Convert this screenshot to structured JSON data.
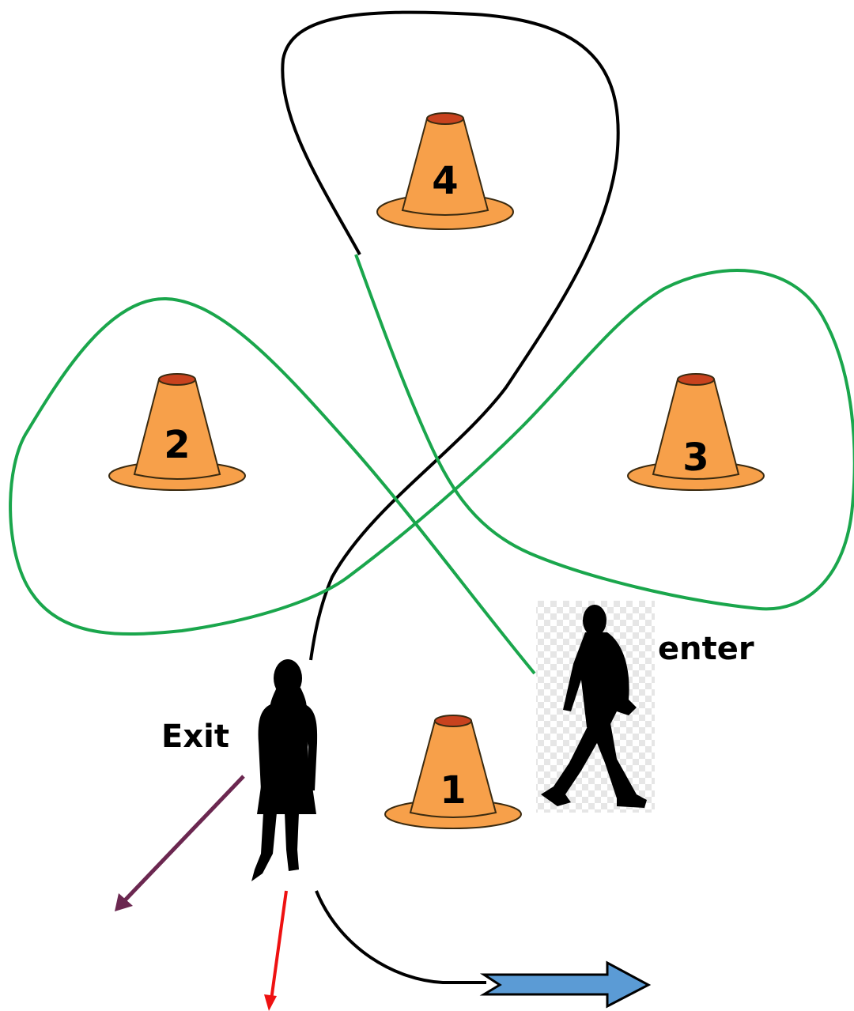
{
  "labels": {
    "enter": "enter",
    "exit": "Exit"
  },
  "cones": [
    {
      "id": "cone-1",
      "number": "1"
    },
    {
      "id": "cone-2",
      "number": "2"
    },
    {
      "id": "cone-3",
      "number": "3"
    },
    {
      "id": "cone-4",
      "number": "4"
    }
  ],
  "colors": {
    "cone_body": "#f7a04a",
    "cone_top": "#c8421e",
    "cone_outline": "#3a2a10",
    "path_green": "#18a84a",
    "path_black": "#000000",
    "arrow_purple": "#6b2750",
    "arrow_red": "#ee1111",
    "arrow_blue": "#5b9bd5"
  }
}
